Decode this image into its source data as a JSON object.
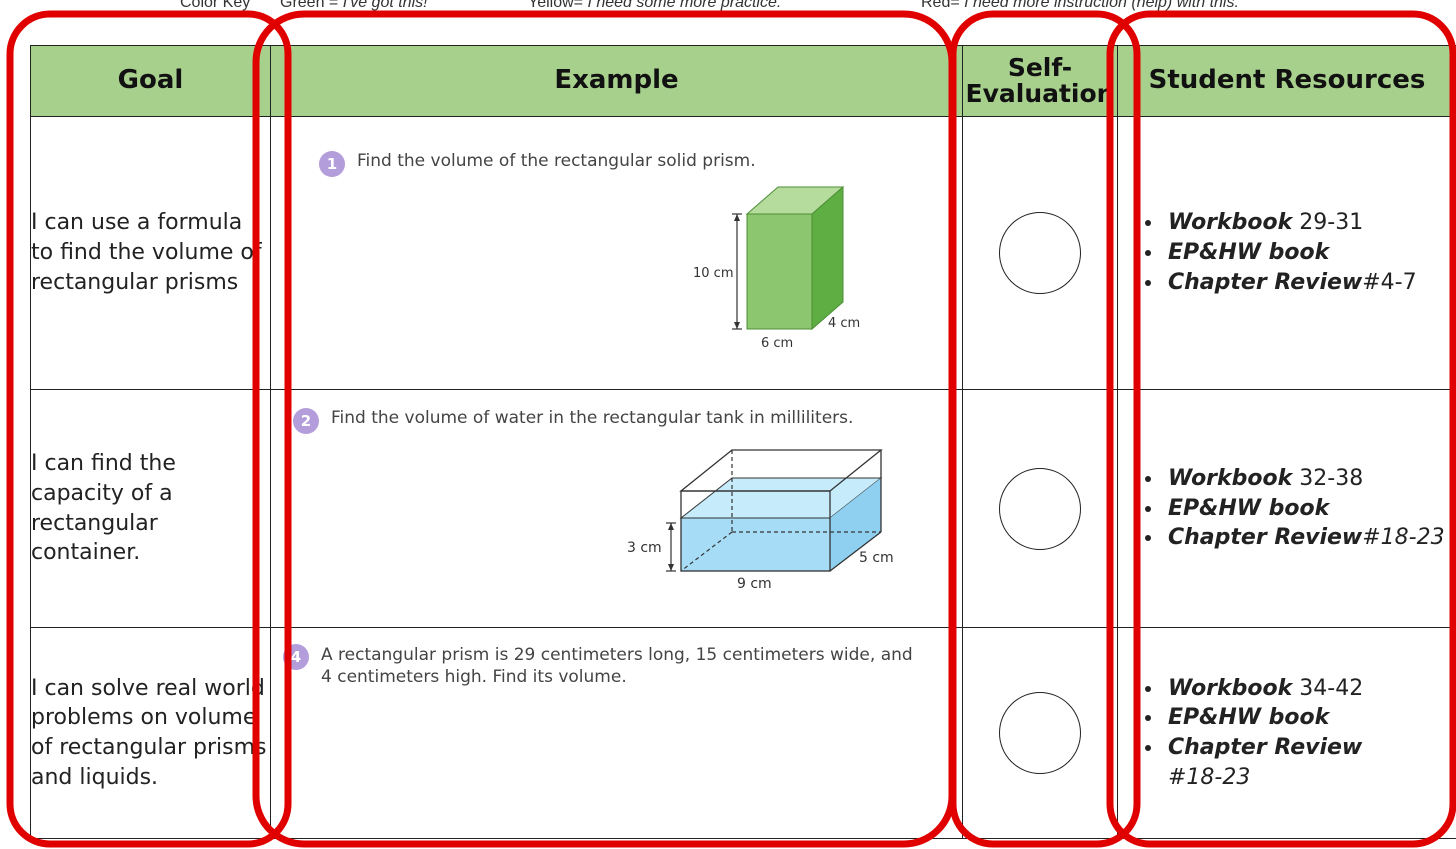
{
  "color_key": {
    "label": "Color Key",
    "green": "Green = ",
    "green_desc": "I've got this!",
    "yellow": "Yellow= ",
    "yellow_desc": "I need some more practice.",
    "red": "Red= ",
    "red_desc": "I need more instruction (help) with this."
  },
  "headers": {
    "goal": "Goal",
    "example": "Example",
    "self_eval_1": "Self-",
    "self_eval_2": "Evaluation",
    "resources": "Student Resources"
  },
  "rows": [
    {
      "goal": "I can use a formula to find the volume of rectangular prisms",
      "badge": "1",
      "problem": "Find the volume of the rectangular solid prism.",
      "dims": {
        "height": "10 cm",
        "depth": "4 cm",
        "width": "6 cm"
      },
      "resources": [
        {
          "bold": "Workbook",
          "rest": " 29-31"
        },
        {
          "bold": "EP&HW book",
          "rest": ""
        },
        {
          "bold": "Chapter Review",
          "rest": "#4-7"
        }
      ]
    },
    {
      "goal": "I can find the capacity of a rectangular container.",
      "badge": "2",
      "problem": "Find the volume of water in the rectangular tank in milliliters.",
      "dims": {
        "height": "3 cm",
        "depth": "5 cm",
        "width": "9 cm"
      },
      "resources": [
        {
          "bold": "Workbook",
          "rest": " 32-38"
        },
        {
          "bold": "EP&HW book",
          "rest": ""
        },
        {
          "bold": "Chapter Review",
          "rest": "#18-23"
        }
      ]
    },
    {
      "goal": "I can solve real world problems on volume of rectangular prisms and liquids.",
      "badge": "4",
      "problem_line1": "A rectangular prism is 29 centimeters long, 15 centimeters wide, and",
      "problem_line2": "4 centimeters high. Find its volume.",
      "resources": [
        {
          "bold": "Workbook",
          "rest": " 34-42"
        },
        {
          "bold": "EP&HW book",
          "rest": ""
        },
        {
          "bold": "Chapter Review",
          "rest": "#18-23"
        }
      ]
    }
  ],
  "colors": {
    "header_green": "#a8d08d",
    "prism_front": "#8cc66f",
    "prism_top": "#b5dc9c",
    "prism_side": "#5eae43",
    "water": "#a6dcf6",
    "badge": "#b39ddb",
    "annotation_red": "#e00000"
  }
}
